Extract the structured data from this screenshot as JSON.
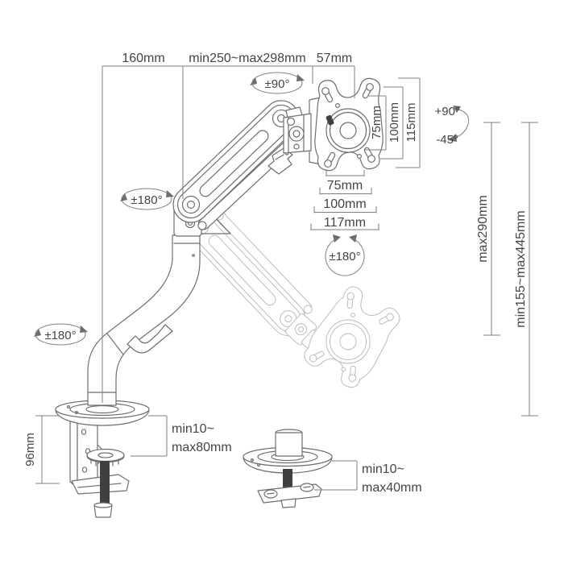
{
  "diagram": {
    "top_dims": [
      {
        "label": "160mm"
      },
      {
        "label": "min250~max298mm"
      },
      {
        "label": "57mm"
      }
    ],
    "vesa": {
      "vertical_dims": [
        {
          "label": "75mm"
        },
        {
          "label": "100mm"
        },
        {
          "label": "115mm"
        }
      ],
      "horizontal_dims": [
        {
          "label": "75mm"
        },
        {
          "label": "100mm"
        },
        {
          "label": "117mm"
        }
      ]
    },
    "rotations": {
      "head_swivel": "±90°",
      "tilt_up": "+90°",
      "tilt_down": "-45°",
      "plate_rotation": "±180°",
      "arm_swivel": "±180°",
      "base_swivel": "±180°"
    },
    "heights": {
      "max_lift": "max290mm",
      "lift_range": "min155~max445mm"
    },
    "clamp": {
      "bracket_height": "96mm",
      "desk_thickness": {
        "line1": "min10~",
        "line2": "max80mm"
      }
    },
    "grommet": {
      "desk_thickness": {
        "line1": "min10~",
        "line2": "max40mm"
      }
    },
    "colors": {
      "line": "#6f6e6e",
      "ghost_line": "#bdbcbc",
      "dimension_line": "#827f7f",
      "text": "#454444",
      "dark_fill": "#413f3f",
      "background": "#ffffff"
    }
  }
}
